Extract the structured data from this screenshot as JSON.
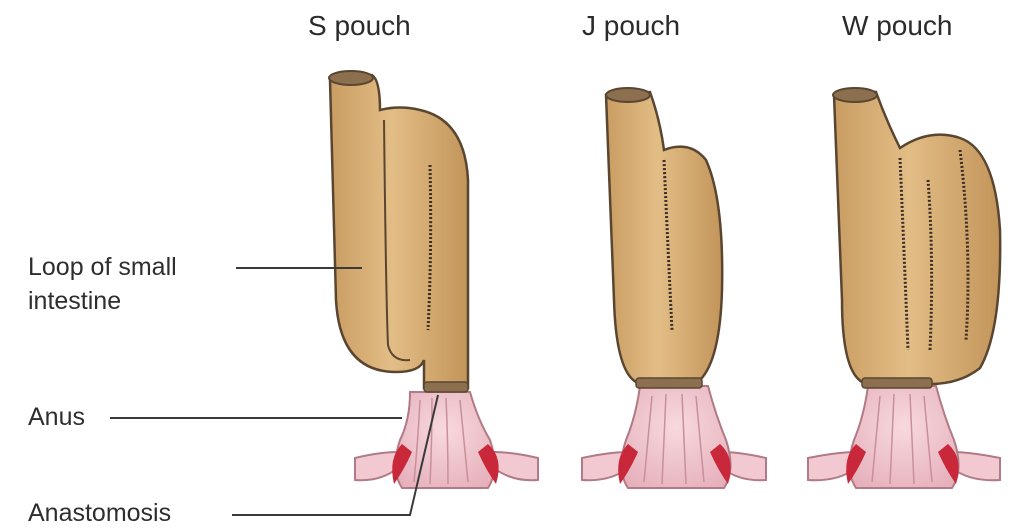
{
  "titles": {
    "s_pouch": "S pouch",
    "j_pouch": "J pouch",
    "w_pouch": "W pouch"
  },
  "labels": {
    "loop": "Loop of small\nintestine",
    "anus": "Anus",
    "anastomosis": "Anastomosis"
  },
  "colors": {
    "intestine_fill": "#dcb57a",
    "intestine_stroke": "#5a4630",
    "cut_end": "#8b6f4e",
    "anus_fill": "#f2c9d0",
    "anus_stroke": "#b07a86",
    "muscle_red": "#c8283a",
    "staple_line": "#3b2f25",
    "leader_line": "#3a3a3a"
  }
}
